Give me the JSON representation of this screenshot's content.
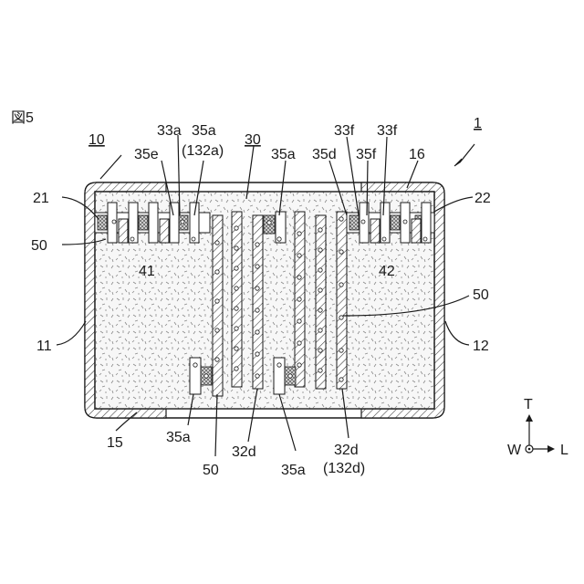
{
  "figure": {
    "label": "図5",
    "assembly_ref": "1"
  },
  "labels": {
    "body": "10",
    "body_top_right": "16",
    "element": "30",
    "ext_left": "21",
    "ext_right": "22",
    "sep_left": "50",
    "sep_right": "50",
    "sep_bottom": "50",
    "terminal_left": "11",
    "terminal_right": "12",
    "foot": "15",
    "region_left": "41",
    "region_right": "42",
    "tab_33a": "33a",
    "tab_35a_top_left": "35a",
    "tab_132a": "(132a)",
    "tab_35e": "35e",
    "tab_35a_top_mid": "35a",
    "tab_33f_left": "33f",
    "tab_33f_right": "33f",
    "tab_35d": "35d",
    "tab_35f": "35f",
    "tab_35a_bottom_left": "35a",
    "tab_32d_mid": "32d",
    "tab_35a_bottom_mid": "35a",
    "tab_32d_right": "32d",
    "tab_132d": "(132d)"
  },
  "axes": {
    "t": "T",
    "w": "W",
    "l": "L"
  },
  "colors": {
    "line": "#1a1a1a",
    "fill": "#f7f7f7",
    "speckle": "#8a8a8a",
    "hatch": "#333333",
    "cross": "#555555"
  }
}
